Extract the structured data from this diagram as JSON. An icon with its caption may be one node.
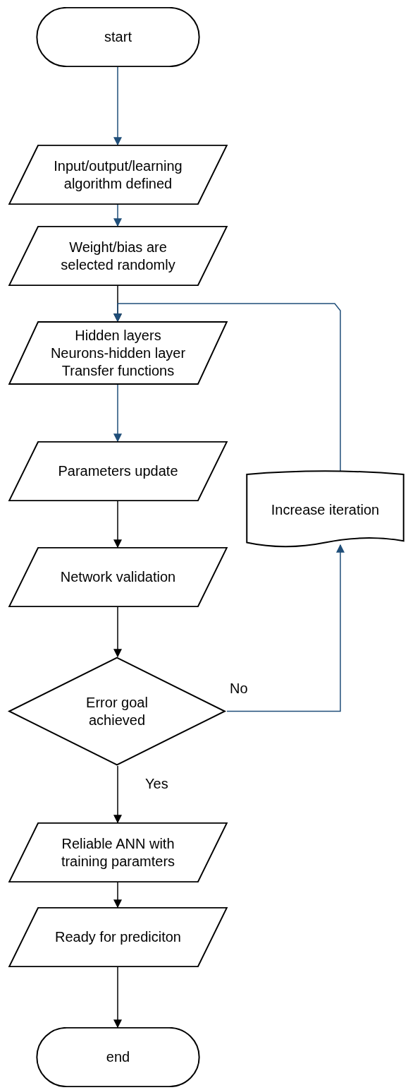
{
  "diagram": {
    "nodes": [
      {
        "text": [
          "start"
        ]
      },
      {
        "text": [
          "Input/output/learning algorithm defined"
        ]
      },
      {
        "text": [
          "Weight/bias are selected randomly"
        ]
      },
      {
        "text": [
          "Hidden layers Neurons-hidden layer Transfer functions"
        ]
      },
      {
        "text": [
          "Parameters update"
        ]
      },
      {
        "text": [
          "Network validation"
        ]
      },
      {
        "text": [
          "Error goal achieved"
        ]
      },
      {
        "text": [
          "Reliable ANN with training paramters"
        ]
      },
      {
        "text": [
          "Ready for prediciton"
        ]
      },
      {
        "text": [
          "end"
        ]
      },
      {
        "text": [
          "Increase iteration"
        ]
      }
    ],
    "edges": [
      {
        "from": 0,
        "to": 1,
        "arrow": "to",
        "color": "#1f4e79"
      },
      {
        "from": 1,
        "to": 2,
        "arrow": "to",
        "color": "#1f4e79"
      },
      {
        "from": 2,
        "to": 3,
        "arrow": "to"
      },
      {
        "from": 3,
        "to": 4,
        "arrow": "to",
        "color": "#1f4e79"
      },
      {
        "from": 4,
        "to": 5,
        "arrow": "to"
      },
      {
        "from": 5,
        "to": 6,
        "arrow": "to"
      },
      {
        "from": 6,
        "to": 10,
        "arrow": "to",
        "label": "No",
        "color": "#1f4e79"
      },
      {
        "from": 10,
        "to": 3,
        "arrow": "to",
        "color": "#1f4e79"
      },
      {
        "from": 6,
        "to": 7,
        "arrow": "to",
        "label": "Yes"
      },
      {
        "from": 7,
        "to": 8,
        "arrow": "to"
      },
      {
        "from": 8,
        "to": 9,
        "arrow": "to"
      }
    ]
  }
}
